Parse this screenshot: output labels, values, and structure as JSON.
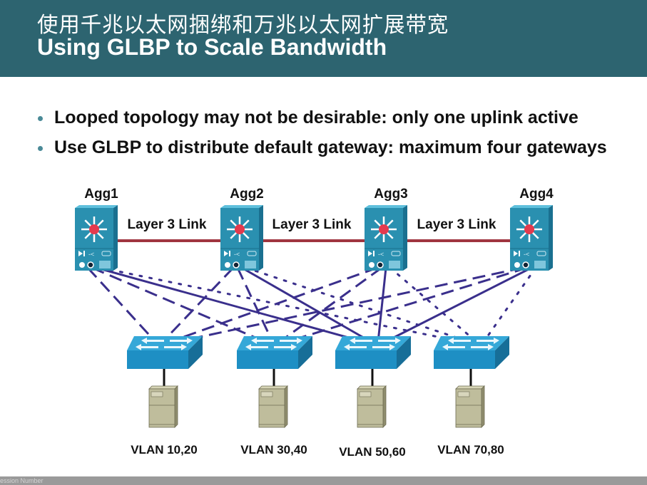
{
  "header": {
    "title_cn": "使用千兆以太网捆绑和万兆以太网扩展带宽",
    "title_en": "Using GLBP to Scale Bandwidth",
    "background_color": "#2d6470"
  },
  "bullets": [
    "Looped topology may not be desirable: only one uplink active",
    "Use GLBP to distribute default gateway: maximum four gateways"
  ],
  "diagram": {
    "aggregation_switches": [
      {
        "id": "agg1",
        "label": "Agg1"
      },
      {
        "id": "agg2",
        "label": "Agg2"
      },
      {
        "id": "agg3",
        "label": "Agg3"
      },
      {
        "id": "agg4",
        "label": "Agg4"
      }
    ],
    "layer3_links": [
      {
        "from": "agg1",
        "to": "agg2",
        "label": "Layer 3 Link"
      },
      {
        "from": "agg2",
        "to": "agg3",
        "label": "Layer 3 Link"
      },
      {
        "from": "agg3",
        "to": "agg4",
        "label": "Layer 3 Link"
      }
    ],
    "access_switches": [
      {
        "id": "acc1",
        "vlan_label": "VLAN 10,20"
      },
      {
        "id": "acc2",
        "vlan_label": "VLAN 30,40"
      },
      {
        "id": "acc3",
        "vlan_label": "VLAN 50,60"
      },
      {
        "id": "acc4",
        "vlan_label": "VLAN 70,80"
      }
    ],
    "uplinks": [
      {
        "from": "agg1",
        "to": "acc1",
        "style": "dashed"
      },
      {
        "from": "agg1",
        "to": "acc2",
        "style": "dashed"
      },
      {
        "from": "agg1",
        "to": "acc3",
        "style": "solid"
      },
      {
        "from": "agg1",
        "to": "acc4",
        "style": "dotted"
      },
      {
        "from": "agg2",
        "to": "acc1",
        "style": "dashed"
      },
      {
        "from": "agg2",
        "to": "acc2",
        "style": "dashed"
      },
      {
        "from": "agg2",
        "to": "acc3",
        "style": "solid"
      },
      {
        "from": "agg2",
        "to": "acc4",
        "style": "dotted"
      },
      {
        "from": "agg3",
        "to": "acc1",
        "style": "dashed"
      },
      {
        "from": "agg3",
        "to": "acc2",
        "style": "dashed"
      },
      {
        "from": "agg3",
        "to": "acc3",
        "style": "solid"
      },
      {
        "from": "agg3",
        "to": "acc4",
        "style": "dotted"
      },
      {
        "from": "agg4",
        "to": "acc1",
        "style": "dashed"
      },
      {
        "from": "agg4",
        "to": "acc2",
        "style": "dashed"
      },
      {
        "from": "agg4",
        "to": "acc3",
        "style": "solid"
      },
      {
        "from": "agg4",
        "to": "acc4",
        "style": "dotted"
      }
    ],
    "colors": {
      "l3_link": "#a0353f",
      "uplink": "#3a2f8c",
      "switch_top": "#35a8d8",
      "switch_front": "#1e8fc4",
      "switch_side": "#176e98",
      "agg_body": "#2a90b0",
      "agg_center": "#e43a4e",
      "server": "#bfbd9c"
    }
  },
  "footer": {
    "text": "ession Number"
  }
}
